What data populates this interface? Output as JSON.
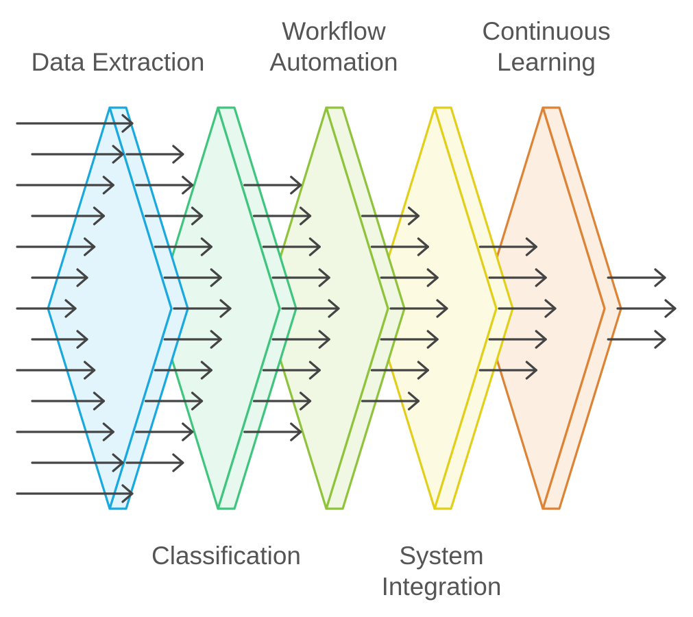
{
  "stages": [
    {
      "id": "data-extraction",
      "label_lines": [
        "Data Extraction"
      ],
      "label_side": "top",
      "stroke": "#1aa9de",
      "fill": "#e2f5fd",
      "inputs": 13,
      "outputs": 11
    },
    {
      "id": "classification",
      "label_lines": [
        "Classification"
      ],
      "label_side": "bottom",
      "stroke": "#3fc57d",
      "fill": "#e7f8ef",
      "inputs": 11,
      "outputs": 9
    },
    {
      "id": "workflow-automation",
      "label_lines": [
        "Workflow",
        "Automation"
      ],
      "label_side": "top",
      "stroke": "#8ec33b",
      "fill": "#f0f8e4",
      "inputs": 9,
      "outputs": 7
    },
    {
      "id": "system-integration",
      "label_lines": [
        "System",
        "Integration"
      ],
      "label_side": "bottom",
      "stroke": "#e2cf1b",
      "fill": "#fdfae2",
      "inputs": 7,
      "outputs": 5
    },
    {
      "id": "continuous-learning",
      "label_lines": [
        "Continuous",
        "Learning"
      ],
      "label_side": "top",
      "stroke": "#dd8335",
      "fill": "#fdeee2",
      "inputs": 5,
      "outputs": 3
    }
  ],
  "arrow_color": "#444444",
  "text_color": "#555555"
}
